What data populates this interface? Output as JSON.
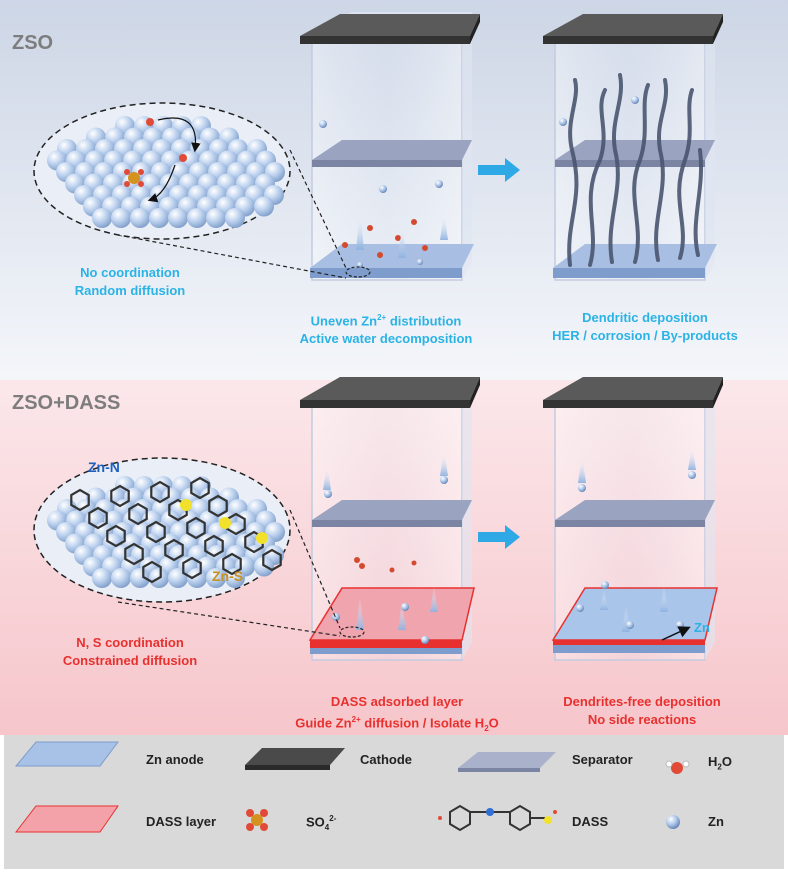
{
  "sections": {
    "top": "ZSO",
    "bottom": "ZSO+DASS"
  },
  "top": {
    "zoom_caption": [
      "No coordination",
      "Random diffusion"
    ],
    "left_cell_caption_1_pre": "Uneven Zn",
    "left_cell_caption_1_sup": "2+",
    "left_cell_caption_1_post": " distribution",
    "left_cell_caption_2": "Active water decomposition",
    "right_cell_caption": [
      "Dendritic deposition",
      "HER / corrosion / By-products"
    ]
  },
  "bottom": {
    "zoom_label_n": "Zn-N",
    "zoom_label_s": "Zn-S",
    "zoom_caption": [
      "N, S coordination",
      "Constrained diffusion"
    ],
    "left_cell_caption_1": "DASS adsorbed layer",
    "left_cell_caption_2_pre": "Guide Zn",
    "left_cell_caption_2_sup": "2+",
    "left_cell_caption_2_mid": " diffusion / Isolate H",
    "left_cell_caption_2_sub": "2",
    "left_cell_caption_2_post": "O",
    "right_cell_zn_label": "Zn",
    "right_cell_caption": [
      "Dendrites-free deposition",
      "No side reactions"
    ]
  },
  "legend": {
    "zn_anode": "Zn anode",
    "cathode": "Cathode",
    "separator": "Separator",
    "h2o_pre": "H",
    "h2o_sub": "2",
    "h2o_post": "O",
    "dass_layer": "DASS layer",
    "so4_pre": "SO",
    "so4_sub": "4",
    "so4_sup": "2-",
    "dass": "DASS",
    "zn": "Zn"
  },
  "colors": {
    "top_bg": "#dde3ee",
    "bottom_bg": "#f9d9dc",
    "legend_bg": "#d9d9d9",
    "zn_anode": "#8fb0de",
    "dass_layer": "#ee7b86",
    "cathode": "#3d3d3d",
    "separator": "#8e97b3",
    "arrow": "#2fa8e6",
    "so4": "#d4921f",
    "red_accent": "#e8312f",
    "blue_accent": "#2bb3e6"
  }
}
